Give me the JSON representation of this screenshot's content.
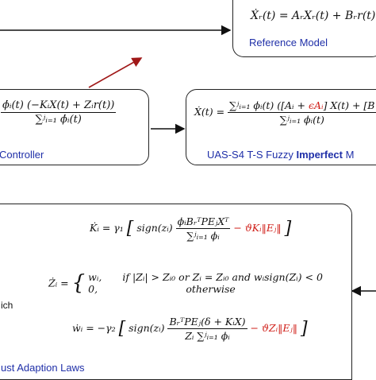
{
  "reference_model": {
    "equation": "Ẋᵣ(t) = AᵣXᵣ(t) + Bᵣr(t)",
    "label": "Reference Model"
  },
  "controller": {
    "numerator": "ϕ̇ᵢ(t) (−KᵢX(t) + Zᵢr(t))",
    "denominator": "∑ʲᵢ₌₁ ϕ̇ᵢ(t)",
    "label": "Controller"
  },
  "plant": {
    "lhs": "Ẋ(t) =",
    "numerator_a": "∑ʲᵢ₌₁ ϕᵢ(t) ([Aᵢ + ",
    "numerator_err": "ϵAᵢ",
    "numerator_b": "] X(t) + [B",
    "denominator": "∑ʲᵢ₌₁ ϕᵢ(t)",
    "label_prefix": "UAS-S4 T-S Fuzzy ",
    "label_bold": "Imperfect",
    "label_suffix": " M"
  },
  "adaption": {
    "k_lhs": "K̇ᵢ = γ₁",
    "k_num": "ϕᵢBᵣᵀPEⱼXᵀ",
    "k_den": "∑ʲᵢ₌₁ ϕᵢ",
    "k_sign": "sign(zᵢ)",
    "k_red": "− ϑKᵢ‖Eⱼ‖",
    "z_lhs": "Żᵢ =",
    "z_case1": "wᵢ,",
    "z_case2": "0,",
    "z_cond1": "if |Zᵢ| > Zᵢ₀   or   Zᵢ = Zᵢ₀  and wᵢsign(Zᵢ) < 0",
    "z_cond2": "otherwise",
    "w_lhs": "ẇᵢ = −γ₂",
    "w_sign": "sign(zᵢ)",
    "w_num": "BᵣᵀPEⱼ(δ + KᵢX)",
    "w_den": "Zᵢ ∑ʲᵢ₌₁ ϕᵢ",
    "w_red": "− ϑZᵢ‖Eⱼ‖",
    "which_text": "ich",
    "label": "ust Adaption Laws"
  },
  "colors": {
    "label_blue": "#1f2fa8",
    "error_red": "#d0201a",
    "arrow_red": "#a01818"
  }
}
